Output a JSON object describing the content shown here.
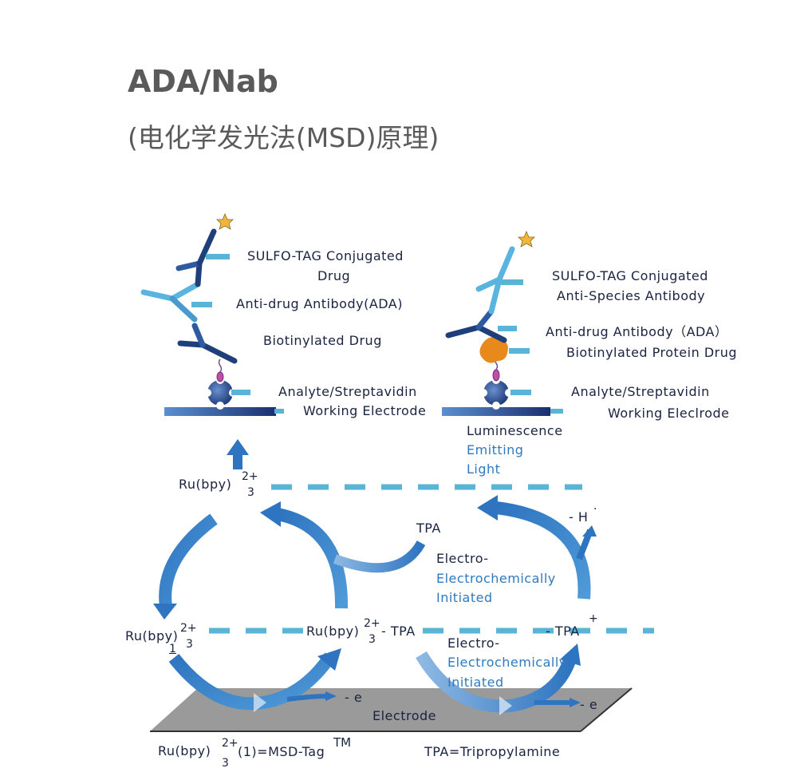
{
  "header": {
    "title": "ADA/Nab",
    "subtitle": "(电化学发光法(MSD)原理)"
  },
  "left_assay": {
    "label_1a": "SULFO-TAG Conjugated",
    "label_1b": "Drug",
    "label_2": "Anti-drug Antibody(ADA)",
    "label_3": "Biotinylated Drug",
    "label_4a": "Analyte/Streptavidin",
    "label_4b": "Working Electrode"
  },
  "right_assay": {
    "label_1a": "SULFO-TAG Conjugated",
    "label_1b": "Anti-Species Antibody",
    "label_2": "Anti-drug  Antibody（ADA）",
    "label_3": "Biotinylated Protein Drug",
    "label_4a": "Analyte/Streptavidin",
    "label_4b": "Working Eleclrode"
  },
  "emission": {
    "line1": "Luminescence",
    "line2": "Emitting",
    "line3": "Light"
  },
  "cycle": {
    "ru_top": "Ru(bpy)",
    "ru_top_sup": "2+",
    "ru_top_sub": "3",
    "tpa_top": "TPA",
    "h_minus": "- H",
    "h_dot": "·",
    "electro_1a": "Electro-",
    "electro_1b": "Electrochemically",
    "electro_1c": "Initiated",
    "ru_left": "Ru(bpy)",
    "ru_left_sup": "2+",
    "ru_left_sub": "3",
    "ru_left_sub2": "1",
    "ru_mid": "Ru(bpy)",
    "ru_mid_sup": "2+",
    "ru_mid_sub": "3",
    "ru_mid_tail": " - TPA",
    "tpa_plus": "- TPA",
    "tpa_plus_sup": "+",
    "electro_2a": "Electro-",
    "electro_2b": "Electrochemically",
    "electro_2c": "Initiated",
    "e_left": "- e",
    "e_right": "- e",
    "electrode": "Electrode"
  },
  "footnotes": {
    "ru_def": "Ru(bpy)",
    "ru_def_sup": "2+",
    "ru_def_sub": "3",
    "ru_def_paren": "(1)=MSD-Tag",
    "ru_def_tm": "TM",
    "tpa_def": "TPA=Tripropylamine"
  },
  "colors": {
    "dark_blue": "#1f3f7a",
    "mid_blue": "#2e74c0",
    "light_blue": "#5ab4e0",
    "dash_blue": "#5ab4d6",
    "electrode_gray": "#9a9a9a",
    "protein_orange": "#e8891c",
    "text": "#1a2340",
    "header_gray": "#5a5a5a"
  }
}
